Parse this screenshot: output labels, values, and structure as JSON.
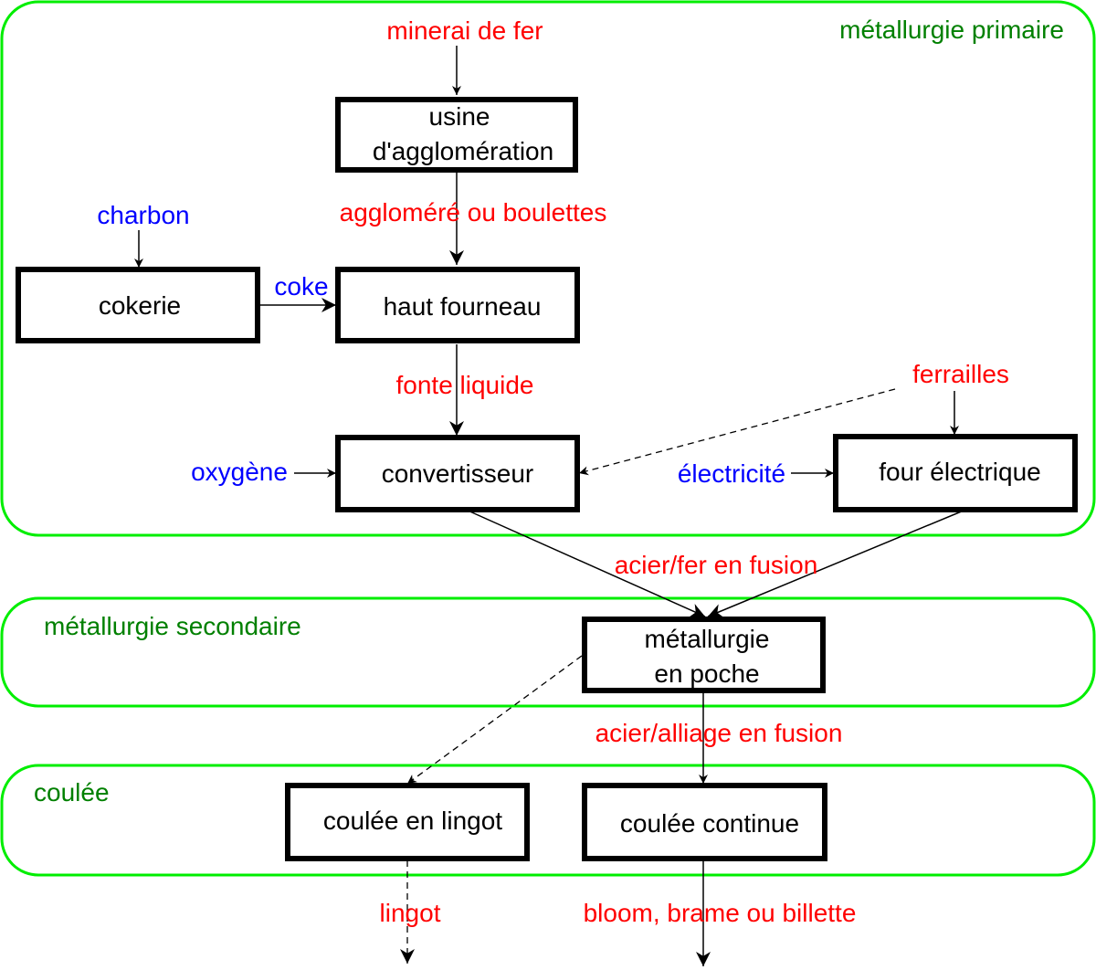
{
  "zones": {
    "primaire": "métallurgie primaire",
    "secondaire": "métallurgie secondaire",
    "coulee": "coulée"
  },
  "boxes": {
    "usine_line1": "usine",
    "usine_line2": "d'agglomération",
    "cokerie": "cokerie",
    "haut_fourneau": "haut fourneau",
    "convertisseur": "convertisseur",
    "four_electrique": "four électrique",
    "poche_line1": "métallurgie",
    "poche_line2": "en poche",
    "lingot": "coulée en lingot",
    "continue": "coulée continue"
  },
  "flows": {
    "minerai": "minerai de fer",
    "agglomere": "aggloméré ou boulettes",
    "charbon": "charbon",
    "coke": "coke",
    "fonte": "fonte liquide",
    "ferrailles": "ferrailles",
    "oxygene": "oxygène",
    "electricite": "électricité",
    "acier_fer": "acier/fer en fusion",
    "acier_alliage": "acier/alliage en fusion",
    "lingot_out": "lingot",
    "bloom": "bloom, brame ou billette"
  },
  "colors": {
    "product": "#ff0000",
    "energy": "#0000ff",
    "zone": "#00ee00",
    "zone_label": "#008000",
    "box_border": "#000000"
  }
}
